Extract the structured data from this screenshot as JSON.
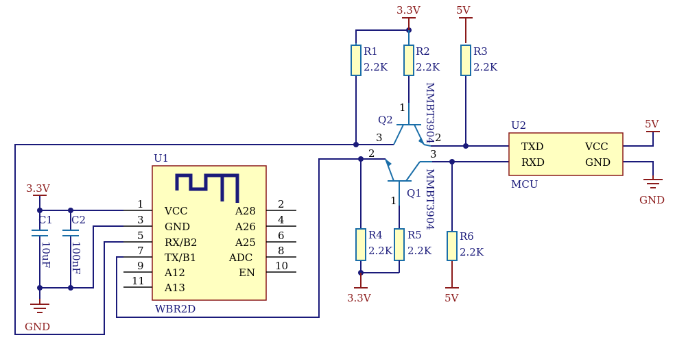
{
  "power": {
    "v33_c1": "3.3V",
    "v33_r1": "3.3V",
    "v5_r3": "5V",
    "v5_u2": "5V",
    "v33_bottom": "3.3V",
    "v5_bottom": "5V",
    "gnd_left": "GND",
    "gnd_u2": "GND"
  },
  "u1": {
    "designator": "U1",
    "part": "WBR2D",
    "left_pin_numbers": [
      "1",
      "3",
      "5",
      "7",
      "9",
      "11"
    ],
    "left_pin_names": [
      "VCC",
      "GND",
      "RX/B2",
      "TX/B1",
      "A12",
      "A13"
    ],
    "right_pin_numbers": [
      "2",
      "4",
      "6",
      "8",
      "10"
    ],
    "right_pin_names": [
      "A28",
      "A26",
      "A25",
      "ADC",
      "EN"
    ]
  },
  "u2": {
    "designator": "U2",
    "part": "MCU",
    "left_pins": [
      "TXD",
      "RXD"
    ],
    "right_pins": [
      "VCC",
      "GND"
    ]
  },
  "resistors": [
    {
      "ref": "R1",
      "value": "2.2K"
    },
    {
      "ref": "R2",
      "value": "2.2K"
    },
    {
      "ref": "R3",
      "value": "2.2K"
    },
    {
      "ref": "R4",
      "value": "2.2K"
    },
    {
      "ref": "R5",
      "value": "2.2K"
    },
    {
      "ref": "R6",
      "value": "2.2K"
    }
  ],
  "capacitors": [
    {
      "ref": "C1",
      "value": "10uF"
    },
    {
      "ref": "C2",
      "value": "100nF"
    }
  ],
  "transistors": [
    {
      "ref": "Q2",
      "part": "MMBT3904",
      "pin_b": "1",
      "pin_c": "3",
      "pin_e": "2"
    },
    {
      "ref": "Q1",
      "part": "MMBT3904",
      "pin_b": "1",
      "pin_c": "3",
      "pin_e": "2"
    }
  ],
  "colors": {
    "wire": "#1a1a7a",
    "power": "#8b1a1a",
    "component_body": "#ffffc0",
    "transistor": "#1a6ea8"
  }
}
